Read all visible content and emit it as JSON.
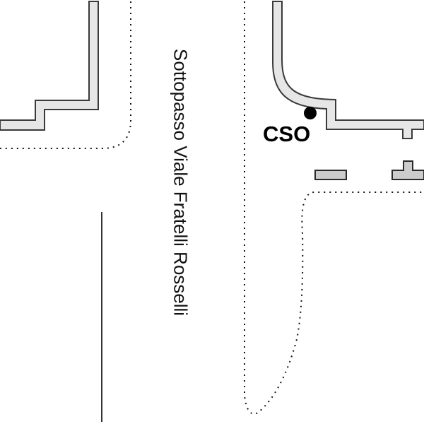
{
  "map": {
    "street_label": "Sottopasso Viale Fratelli Rosselli",
    "poi": {
      "label": "CSO",
      "marker": "dot-marker",
      "marker_color": "#000000"
    },
    "colors": {
      "wall_fill": "#e6e6e6",
      "block_fill": "#cccccc",
      "outline": "#333333",
      "background": "#ffffff"
    }
  }
}
